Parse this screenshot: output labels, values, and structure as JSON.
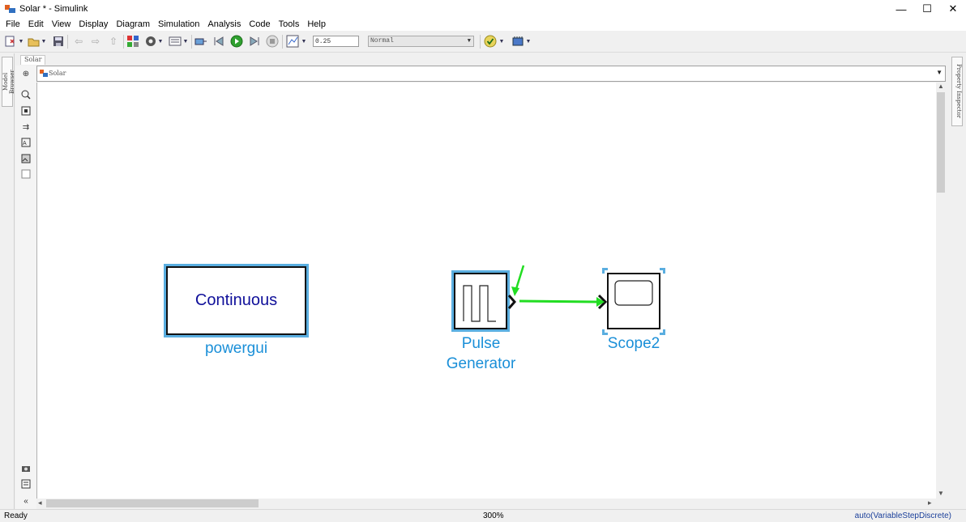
{
  "window": {
    "title": "Solar * - Simulink",
    "minimize": "—",
    "maximize": "☐",
    "close": "✕"
  },
  "menu": [
    "File",
    "Edit",
    "View",
    "Display",
    "Diagram",
    "Simulation",
    "Analysis",
    "Code",
    "Tools",
    "Help"
  ],
  "toolbar": {
    "stop_time": "0.25",
    "sim_mode": "Normal"
  },
  "side_panels": {
    "model_browser": "Model Browser",
    "property_inspector": "Property Inspector"
  },
  "model_tab": "Solar",
  "address": "Solar",
  "blocks": {
    "powergui": {
      "text": "Continuous",
      "label": "powergui"
    },
    "pulse": {
      "label_line1": "Pulse",
      "label_line2": "Generator"
    },
    "scope": {
      "label": "Scope2"
    }
  },
  "status": {
    "left": "Ready",
    "zoom": "300%",
    "solver": "auto(VariableStepDiscrete)"
  },
  "colors": {
    "block_label": "#1a8fd8",
    "selection": "#5aaee0",
    "signal_line": "#22dd22",
    "block_text": "#10109a"
  }
}
